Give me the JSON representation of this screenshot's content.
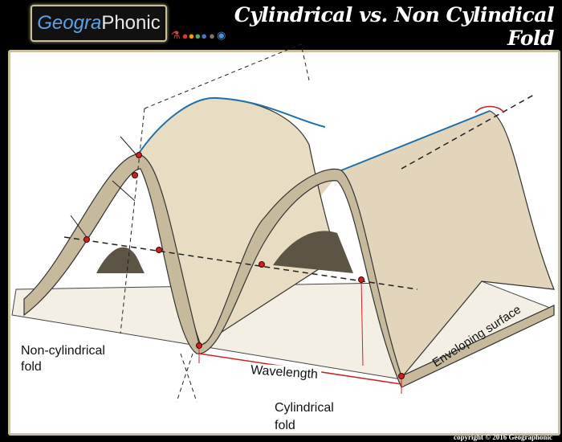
{
  "header": {
    "logo_part1": "Geogra",
    "logo_part2": "Phonic",
    "title": "Cylindrical vs. Non Cylindical Fold",
    "icons": [
      "flask-icon",
      "people-icon",
      "brain-icon",
      "globe-icon"
    ]
  },
  "diagram": {
    "labels": {
      "non_cylindrical": [
        "Non-cylindrical",
        "fold"
      ],
      "cylindrical": [
        "Cylindrical",
        "fold"
      ],
      "wavelength": "Wavelength",
      "enveloping_surface": "Enveloping surface"
    },
    "colors": {
      "fold_fill": "#e8dcc3",
      "fold_shadow": "#8a7f6a",
      "hinge_line": "#1f6fa8",
      "marker": "#cc2222"
    }
  },
  "footer": {
    "copyright": "copyright  ©  2016 Geographonic"
  }
}
